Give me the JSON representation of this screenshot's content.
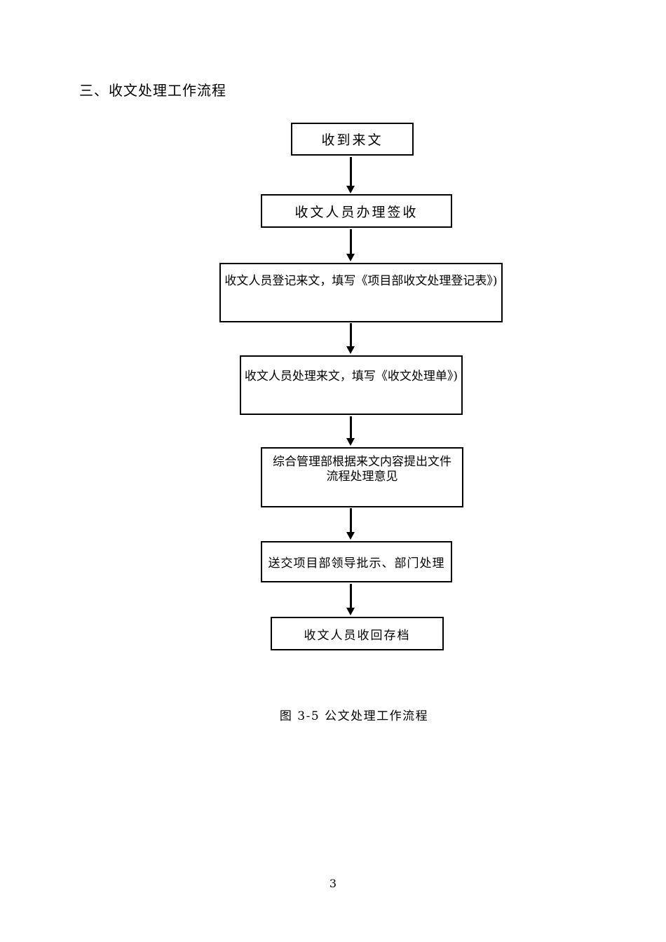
{
  "page": {
    "heading": "三、收文处理工作流程",
    "caption": "图 3-5  公文处理工作流程",
    "page_number": "3"
  },
  "flowchart": {
    "nodes": [
      {
        "id": "received",
        "label": "收到来文"
      },
      {
        "id": "sign-for",
        "label": "收文人员办理签收"
      },
      {
        "id": "register",
        "label": "收文人员登记来文，填写《项目部收文处理登记表》)"
      },
      {
        "id": "process",
        "label": "收文人员处理来文，填写《收文处理单》)"
      },
      {
        "id": "opinion",
        "lines": [
          "综合管理部根据来文内容提出文件",
          "流程处理意见"
        ]
      },
      {
        "id": "submit",
        "label": "送交项目部领导批示、部门处理"
      },
      {
        "id": "archive",
        "label": "收文人员收回存档"
      }
    ]
  }
}
